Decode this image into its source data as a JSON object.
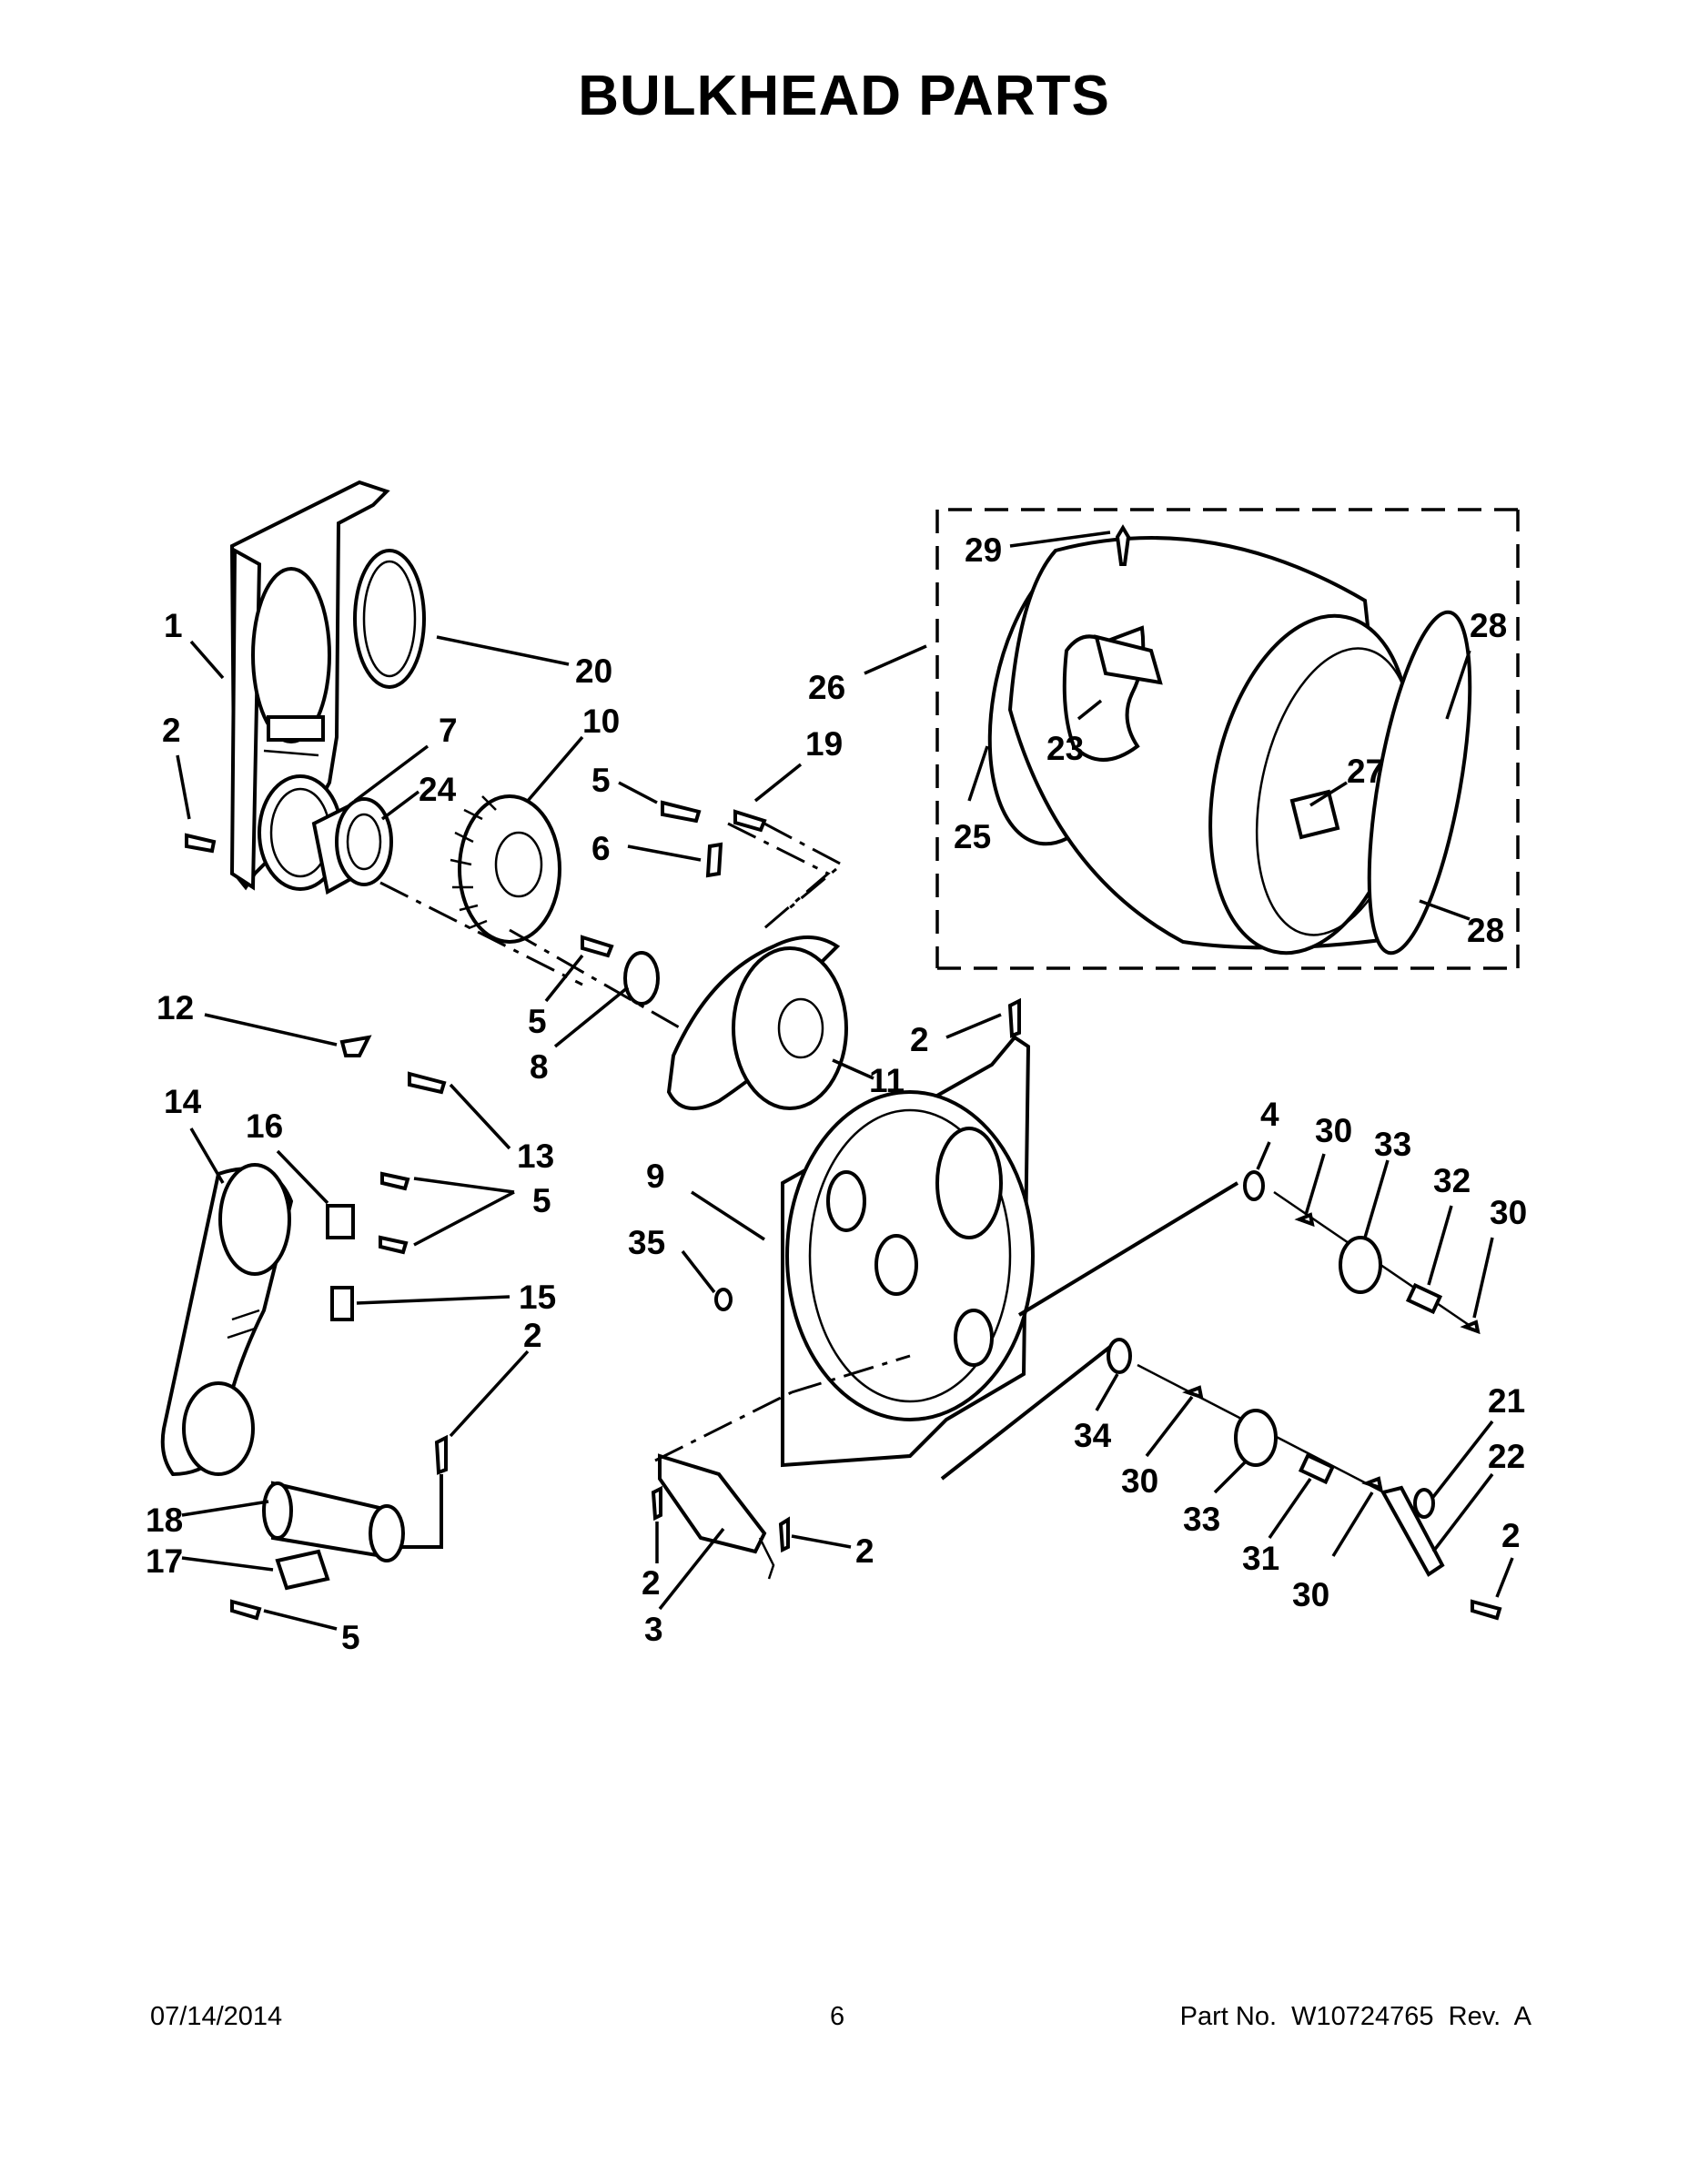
{
  "title": "BULKHEAD PARTS",
  "footer": {
    "date": "07/14/2014",
    "page": "6",
    "part_no": "Part No.  W10724765  Rev.  A"
  },
  "callouts": {
    "c1": "1",
    "c2a": "2",
    "c20": "20",
    "c7": "7",
    "c24": "24",
    "c10": "10",
    "c5a": "5",
    "c19": "19",
    "c6": "6",
    "c26": "26",
    "c29": "29",
    "c28a": "28",
    "c23": "23",
    "c27": "27",
    "c25": "25",
    "c28b": "28",
    "c5b": "5",
    "c8": "8",
    "c2b": "2",
    "c11": "11",
    "c12": "12",
    "c14": "14",
    "c16": "16",
    "c13": "13",
    "c5c": "5",
    "c15": "15",
    "c9": "9",
    "c35": "35",
    "c4": "4",
    "c30a": "30",
    "c33a": "33",
    "c32": "32",
    "c30b": "30",
    "c2c": "2",
    "c18": "18",
    "c17": "17",
    "c5d": "5",
    "c2d": "2",
    "c3": "3",
    "c2e": "2",
    "c34": "34",
    "c30c": "30",
    "c33b": "33",
    "c31": "31",
    "c30d": "30",
    "c21": "21",
    "c22": "22",
    "c2f": "2"
  }
}
